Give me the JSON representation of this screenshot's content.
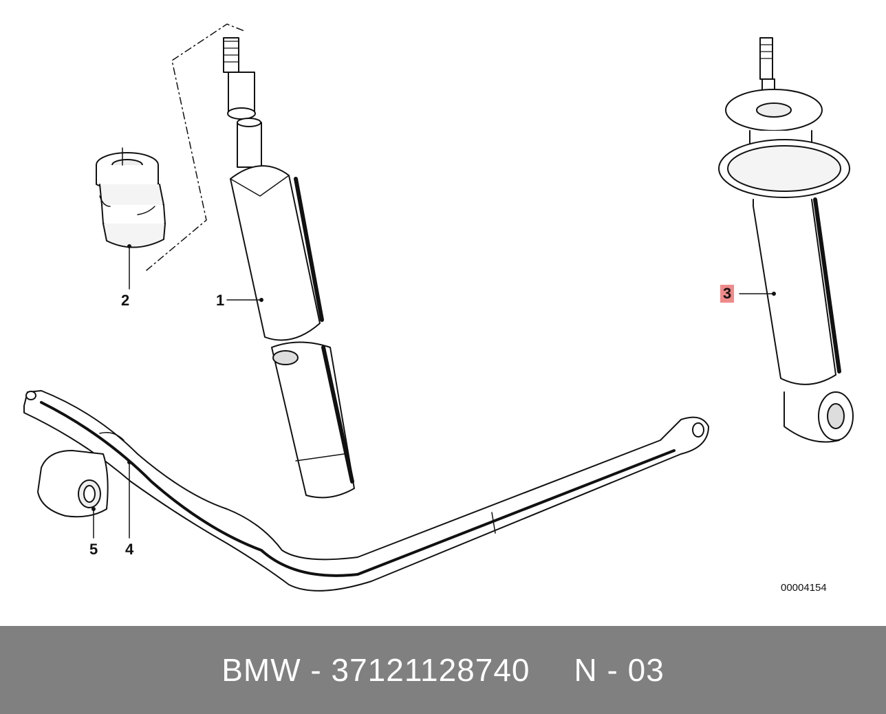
{
  "diagram": {
    "callouts": {
      "part_1": "1",
      "part_2": "2",
      "part_3": "3",
      "part_4": "4",
      "part_5": "5"
    },
    "highlighted_part": "3",
    "drawing_number": "00004154"
  },
  "footer": {
    "brand": "BMW",
    "part_number_text": "BMW - 37121128740",
    "page_ref": "N - 03"
  },
  "colors": {
    "footer_bg": "#808080",
    "footer_text": "#ffffff",
    "highlight": "#f08a8a",
    "line": "#111111"
  }
}
